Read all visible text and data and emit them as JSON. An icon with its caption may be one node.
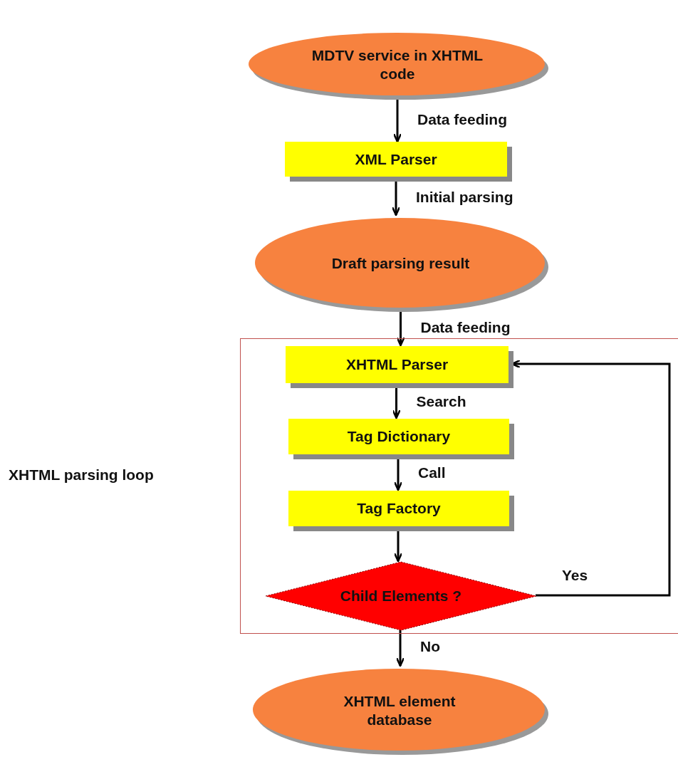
{
  "diagram": {
    "nodes": [
      {
        "text": [
          "MDTV service in XHTML code"
        ]
      },
      {
        "text": [
          "XML Parser"
        ]
      },
      {
        "text": [
          "Draft parsing result"
        ]
      },
      {
        "text": [],
        "shape": "box"
      },
      {
        "text": [
          "XHTML Parser"
        ],
        "in": 3
      },
      {
        "text": [
          "Tag Dictionary"
        ],
        "in": 3
      },
      {
        "text": [
          "Tag Factory"
        ],
        "in": 3
      },
      {
        "text": [
          "Child Elements ?"
        ],
        "in": 3
      },
      {
        "text": [
          "XHTML element database"
        ]
      }
    ],
    "edges": [
      {
        "from": 0,
        "to": 1,
        "arrow": "to",
        "label": "Data feeding"
      },
      {
        "from": 1,
        "to": 2,
        "arrow": "to",
        "label": "Initial parsing"
      },
      {
        "from": 2,
        "to": 4,
        "arrow": "to",
        "label": "Data feeding"
      },
      {
        "from": 4,
        "to": 5,
        "arrow": "to",
        "label": "Search"
      },
      {
        "from": 5,
        "to": 6,
        "arrow": "to",
        "label": "Call"
      },
      {
        "from": 6,
        "to": 7,
        "arrow": "to"
      },
      {
        "from": 7,
        "to": 4,
        "arrow": "to",
        "label": "Yes"
      },
      {
        "from": 7,
        "to": 8,
        "arrow": "to",
        "label": "No"
      }
    ],
    "labels": [
      "XHTML parsing loop"
    ]
  }
}
